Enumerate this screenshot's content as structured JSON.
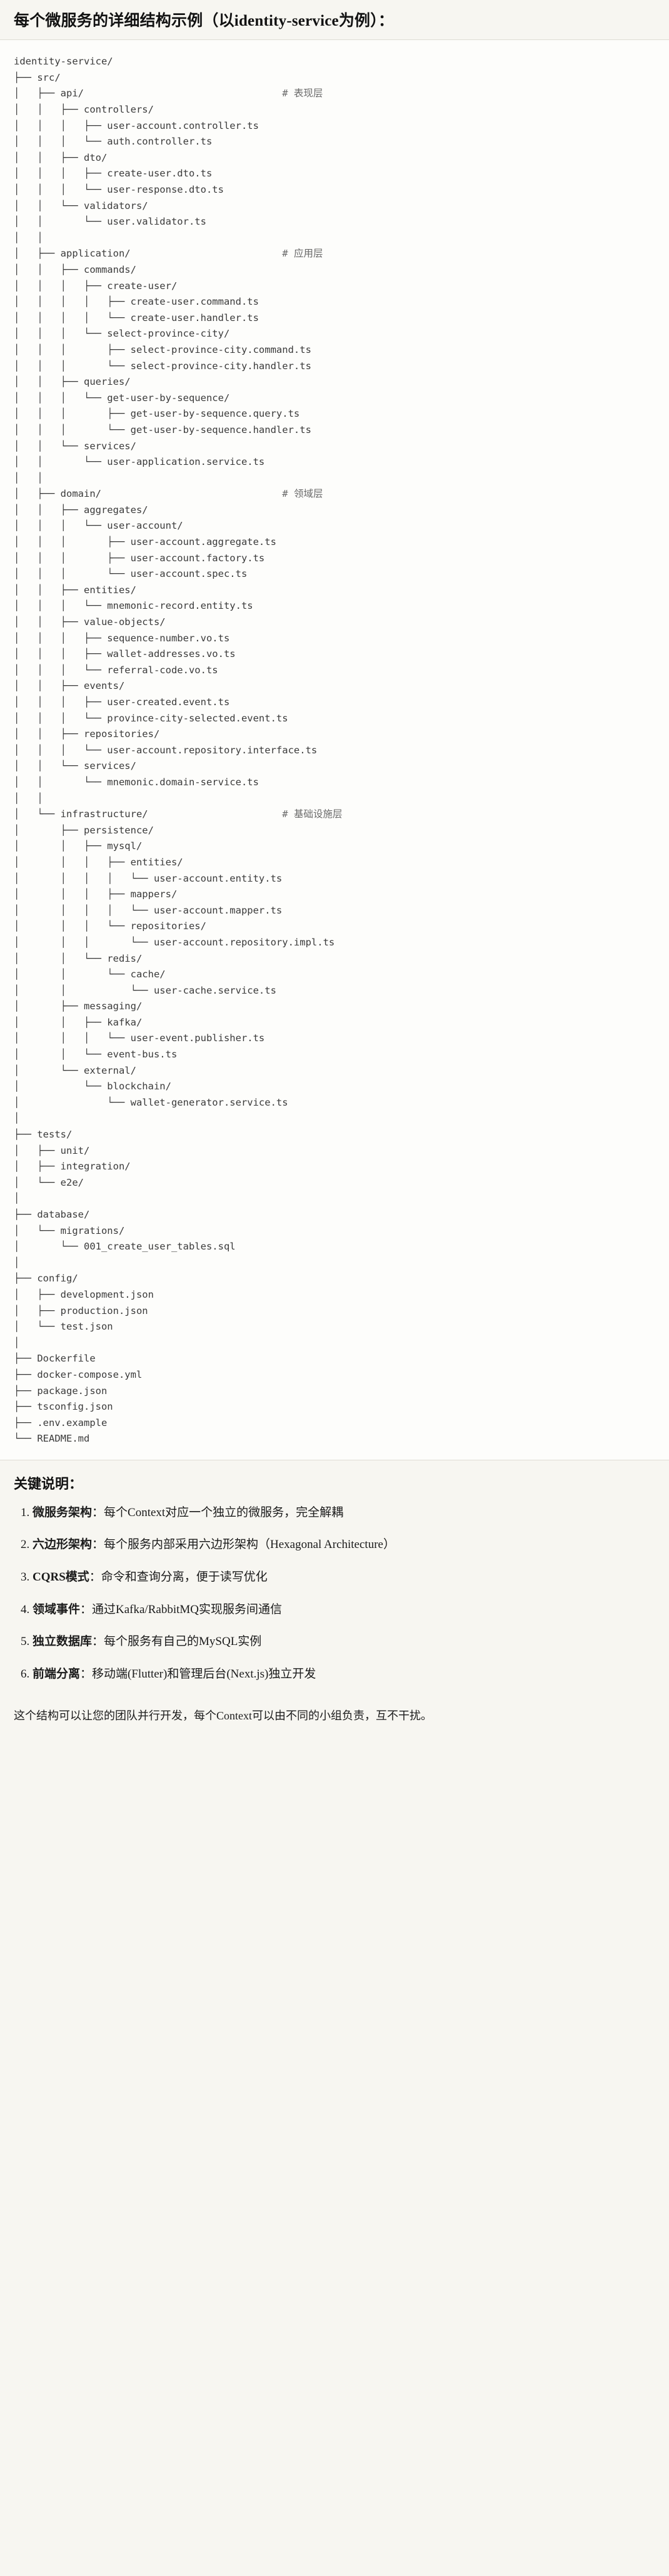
{
  "header": {
    "title": "每个微服务的详细结构示例（以identity-service为例）："
  },
  "tree": {
    "root": "identity-service/",
    "comment_column": 46,
    "lines": [
      {
        "text": "identity-service/",
        "comment": ""
      },
      {
        "text": "├── src/",
        "comment": ""
      },
      {
        "text": "│   ├── api/",
        "comment": "# 表现层"
      },
      {
        "text": "│   │   ├── controllers/",
        "comment": ""
      },
      {
        "text": "│   │   │   ├── user-account.controller.ts",
        "comment": ""
      },
      {
        "text": "│   │   │   └── auth.controller.ts",
        "comment": ""
      },
      {
        "text": "│   │   ├── dto/",
        "comment": ""
      },
      {
        "text": "│   │   │   ├── create-user.dto.ts",
        "comment": ""
      },
      {
        "text": "│   │   │   └── user-response.dto.ts",
        "comment": ""
      },
      {
        "text": "│   │   └── validators/",
        "comment": ""
      },
      {
        "text": "│   │       └── user.validator.ts",
        "comment": ""
      },
      {
        "text": "│   │",
        "comment": ""
      },
      {
        "text": "│   ├── application/",
        "comment": "# 应用层"
      },
      {
        "text": "│   │   ├── commands/",
        "comment": ""
      },
      {
        "text": "│   │   │   ├── create-user/",
        "comment": ""
      },
      {
        "text": "│   │   │   │   ├── create-user.command.ts",
        "comment": ""
      },
      {
        "text": "│   │   │   │   └── create-user.handler.ts",
        "comment": ""
      },
      {
        "text": "│   │   │   └── select-province-city/",
        "comment": ""
      },
      {
        "text": "│   │   │       ├── select-province-city.command.ts",
        "comment": ""
      },
      {
        "text": "│   │   │       └── select-province-city.handler.ts",
        "comment": ""
      },
      {
        "text": "│   │   ├── queries/",
        "comment": ""
      },
      {
        "text": "│   │   │   └── get-user-by-sequence/",
        "comment": ""
      },
      {
        "text": "│   │   │       ├── get-user-by-sequence.query.ts",
        "comment": ""
      },
      {
        "text": "│   │   │       └── get-user-by-sequence.handler.ts",
        "comment": ""
      },
      {
        "text": "│   │   └── services/",
        "comment": ""
      },
      {
        "text": "│   │       └── user-application.service.ts",
        "comment": ""
      },
      {
        "text": "│   │",
        "comment": ""
      },
      {
        "text": "│   ├── domain/",
        "comment": "# 领域层"
      },
      {
        "text": "│   │   ├── aggregates/",
        "comment": ""
      },
      {
        "text": "│   │   │   └── user-account/",
        "comment": ""
      },
      {
        "text": "│   │   │       ├── user-account.aggregate.ts",
        "comment": ""
      },
      {
        "text": "│   │   │       ├── user-account.factory.ts",
        "comment": ""
      },
      {
        "text": "│   │   │       └── user-account.spec.ts",
        "comment": ""
      },
      {
        "text": "│   │   ├── entities/",
        "comment": ""
      },
      {
        "text": "│   │   │   └── mnemonic-record.entity.ts",
        "comment": ""
      },
      {
        "text": "│   │   ├── value-objects/",
        "comment": ""
      },
      {
        "text": "│   │   │   ├── sequence-number.vo.ts",
        "comment": ""
      },
      {
        "text": "│   │   │   ├── wallet-addresses.vo.ts",
        "comment": ""
      },
      {
        "text": "│   │   │   └── referral-code.vo.ts",
        "comment": ""
      },
      {
        "text": "│   │   ├── events/",
        "comment": ""
      },
      {
        "text": "│   │   │   ├── user-created.event.ts",
        "comment": ""
      },
      {
        "text": "│   │   │   └── province-city-selected.event.ts",
        "comment": ""
      },
      {
        "text": "│   │   ├── repositories/",
        "comment": ""
      },
      {
        "text": "│   │   │   └── user-account.repository.interface.ts",
        "comment": ""
      },
      {
        "text": "│   │   └── services/",
        "comment": ""
      },
      {
        "text": "│   │       └── mnemonic.domain-service.ts",
        "comment": ""
      },
      {
        "text": "│   │",
        "comment": ""
      },
      {
        "text": "│   └── infrastructure/",
        "comment": "# 基础设施层"
      },
      {
        "text": "│       ├── persistence/",
        "comment": ""
      },
      {
        "text": "│       │   ├── mysql/",
        "comment": ""
      },
      {
        "text": "│       │   │   ├── entities/",
        "comment": ""
      },
      {
        "text": "│       │   │   │   └── user-account.entity.ts",
        "comment": ""
      },
      {
        "text": "│       │   │   ├── mappers/",
        "comment": ""
      },
      {
        "text": "│       │   │   │   └── user-account.mapper.ts",
        "comment": ""
      },
      {
        "text": "│       │   │   └── repositories/",
        "comment": ""
      },
      {
        "text": "│       │   │       └── user-account.repository.impl.ts",
        "comment": ""
      },
      {
        "text": "│       │   └── redis/",
        "comment": ""
      },
      {
        "text": "│       │       └── cache/",
        "comment": ""
      },
      {
        "text": "│       │           └── user-cache.service.ts",
        "comment": ""
      },
      {
        "text": "│       ├── messaging/",
        "comment": ""
      },
      {
        "text": "│       │   ├── kafka/",
        "comment": ""
      },
      {
        "text": "│       │   │   └── user-event.publisher.ts",
        "comment": ""
      },
      {
        "text": "│       │   └── event-bus.ts",
        "comment": ""
      },
      {
        "text": "│       └── external/",
        "comment": ""
      },
      {
        "text": "│           └── blockchain/",
        "comment": ""
      },
      {
        "text": "│               └── wallet-generator.service.ts",
        "comment": ""
      },
      {
        "text": "│",
        "comment": ""
      },
      {
        "text": "├── tests/",
        "comment": ""
      },
      {
        "text": "│   ├── unit/",
        "comment": ""
      },
      {
        "text": "│   ├── integration/",
        "comment": ""
      },
      {
        "text": "│   └── e2e/",
        "comment": ""
      },
      {
        "text": "│",
        "comment": ""
      },
      {
        "text": "├── database/",
        "comment": ""
      },
      {
        "text": "│   └── migrations/",
        "comment": ""
      },
      {
        "text": "│       └── 001_create_user_tables.sql",
        "comment": ""
      },
      {
        "text": "│",
        "comment": ""
      },
      {
        "text": "├── config/",
        "comment": ""
      },
      {
        "text": "│   ├── development.json",
        "comment": ""
      },
      {
        "text": "│   ├── production.json",
        "comment": ""
      },
      {
        "text": "│   └── test.json",
        "comment": ""
      },
      {
        "text": "│",
        "comment": ""
      },
      {
        "text": "├── Dockerfile",
        "comment": ""
      },
      {
        "text": "├── docker-compose.yml",
        "comment": ""
      },
      {
        "text": "├── package.json",
        "comment": ""
      },
      {
        "text": "├── tsconfig.json",
        "comment": ""
      },
      {
        "text": "├── .env.example",
        "comment": ""
      },
      {
        "text": "└── README.md",
        "comment": ""
      }
    ]
  },
  "notes": {
    "heading": "关键说明：",
    "items": [
      {
        "term": "微服务架构",
        "sep": "：",
        "desc": "每个Context对应一个独立的微服务，完全解耦"
      },
      {
        "term": "六边形架构",
        "sep": "：",
        "desc": "每个服务内部采用六边形架构（Hexagonal Architecture）"
      },
      {
        "term": "CQRS模式",
        "sep": "：",
        "desc": "命令和查询分离，便于读写优化"
      },
      {
        "term": "领域事件",
        "sep": "：",
        "desc": "通过Kafka/RabbitMQ实现服务间通信"
      },
      {
        "term": "独立数据库",
        "sep": "：",
        "desc": "每个服务有自己的MySQL实例"
      },
      {
        "term": "前端分离",
        "sep": "：",
        "desc": "移动端(Flutter)和管理后台(Next.js)独立开发"
      }
    ]
  },
  "closing": {
    "text": "这个结构可以让您的团队并行开发，每个Context可以由不同的小组负责，互不干扰。"
  }
}
